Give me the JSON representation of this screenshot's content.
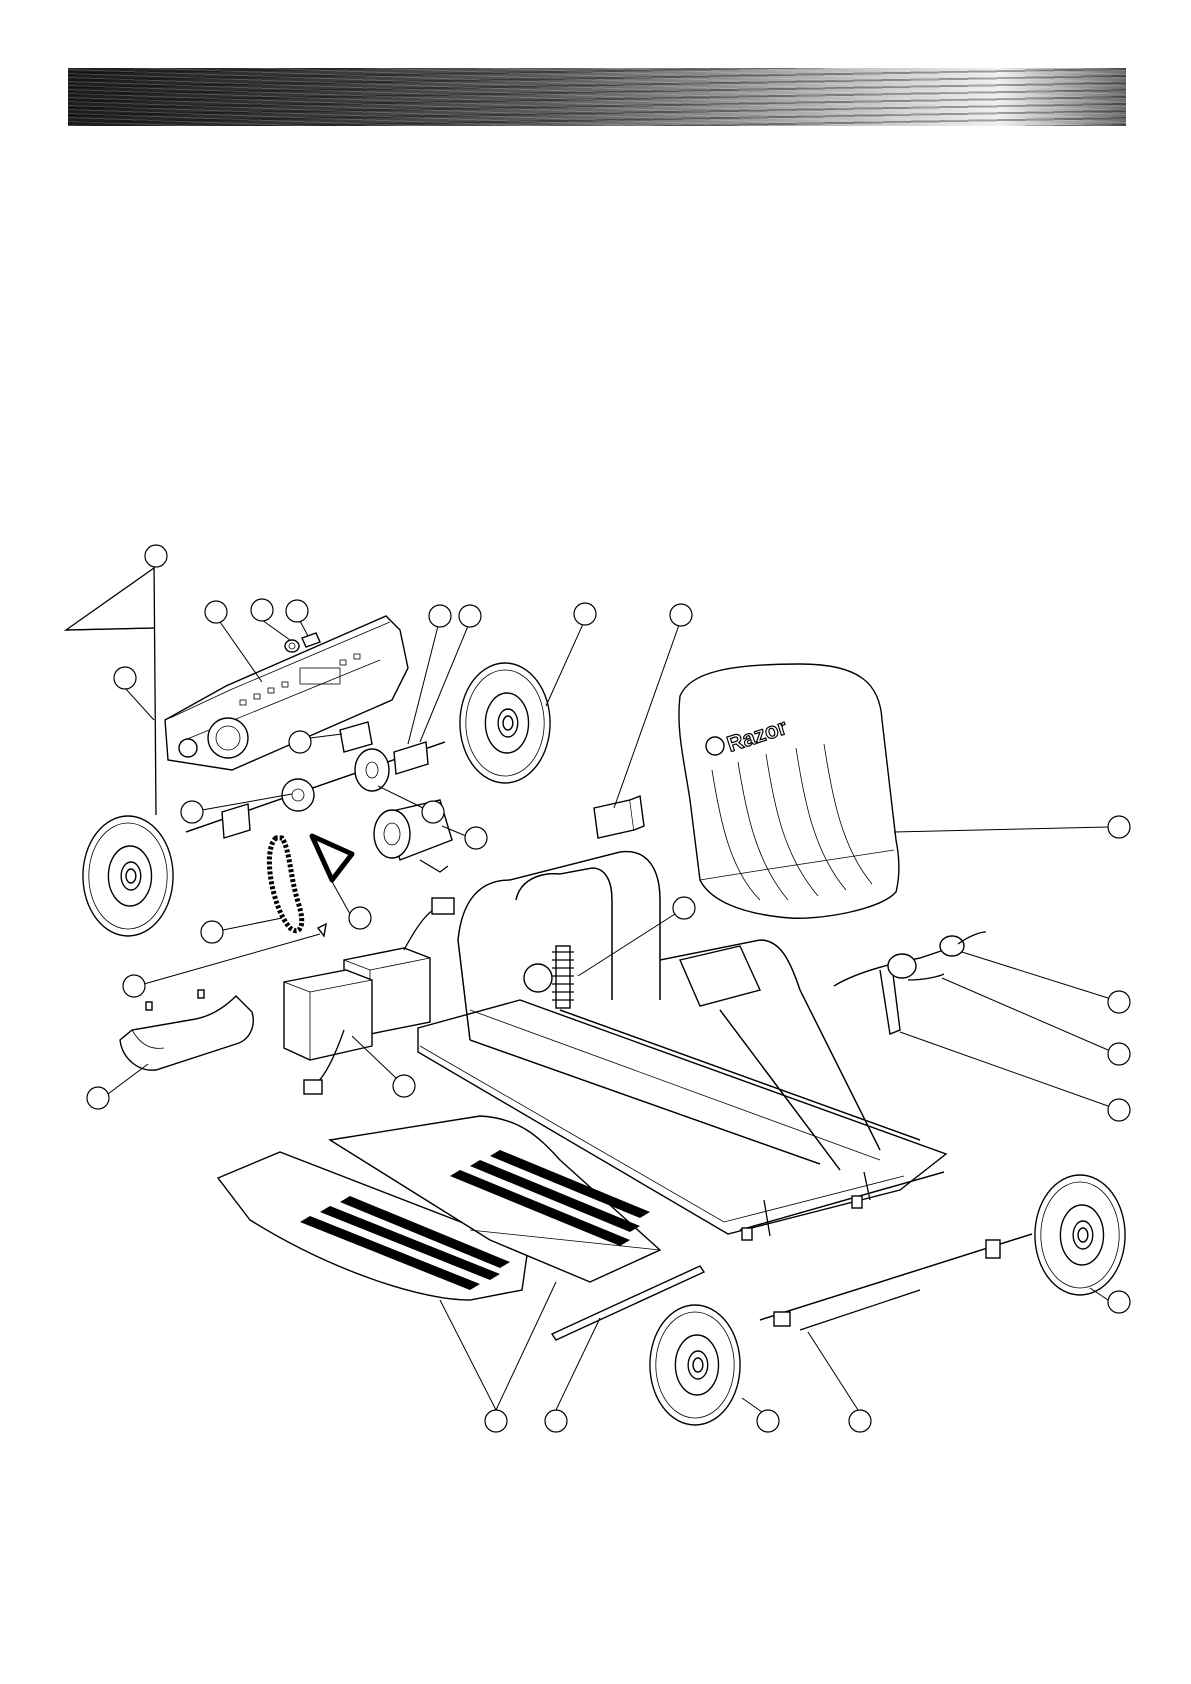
{
  "banner": {
    "style": "brushed-metal"
  },
  "seat": {
    "logo_text": "Razor"
  },
  "callouts": [
    {
      "id": "flag-top",
      "label": ""
    },
    {
      "id": "flag-pole",
      "label": ""
    },
    {
      "id": "chain-guard",
      "label": ""
    },
    {
      "id": "chain-guard-clip",
      "label": ""
    },
    {
      "id": "chain-guard-switch",
      "label": ""
    },
    {
      "id": "axle-bearing-1",
      "label": ""
    },
    {
      "id": "axle-bearing-2",
      "label": ""
    },
    {
      "id": "rear-wheel-right",
      "label": ""
    },
    {
      "id": "controller",
      "label": ""
    },
    {
      "id": "seat",
      "label": ""
    },
    {
      "id": "bearing-block",
      "label": ""
    },
    {
      "id": "rear-sprocket",
      "label": ""
    },
    {
      "id": "brake-rotor",
      "label": ""
    },
    {
      "id": "motor",
      "label": ""
    },
    {
      "id": "chain",
      "label": ""
    },
    {
      "id": "belt",
      "label": ""
    },
    {
      "id": "key-clip",
      "label": ""
    },
    {
      "id": "shock-absorber",
      "label": ""
    },
    {
      "id": "throttle",
      "label": ""
    },
    {
      "id": "brake-lever",
      "label": ""
    },
    {
      "id": "steering-wheel",
      "label": ""
    },
    {
      "id": "motor-cover",
      "label": ""
    },
    {
      "id": "batteries",
      "label": ""
    },
    {
      "id": "front-wheel-right",
      "label": ""
    },
    {
      "id": "floor-pans",
      "label": ""
    },
    {
      "id": "front-bumper",
      "label": ""
    },
    {
      "id": "front-wheel-left",
      "label": ""
    },
    {
      "id": "tie-rod",
      "label": ""
    }
  ]
}
